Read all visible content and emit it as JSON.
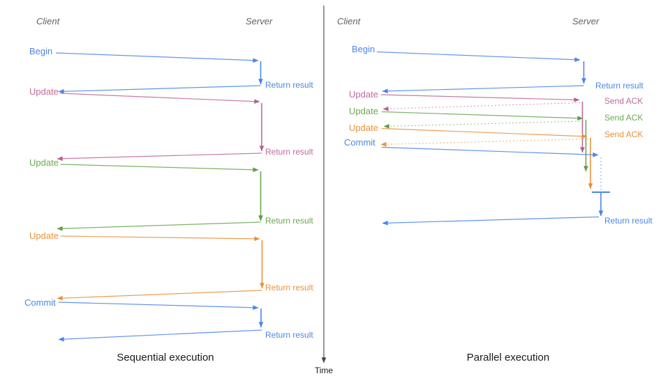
{
  "colors": {
    "blue": "#4a86e8",
    "rose": "#c0699b",
    "green": "#6aa84f",
    "orange": "#e8913c",
    "axis": "#454545",
    "header_gray": "#5f6368"
  },
  "time_axis": {
    "label": "Time"
  },
  "sequential": {
    "caption": "Sequential execution",
    "client_header": "Client",
    "server_header": "Server",
    "messages": [
      {
        "request": "Begin",
        "response": "Return result",
        "color": "blue",
        "response_style": "solid"
      },
      {
        "request": "Update",
        "response": "Return result",
        "color": "rose",
        "response_style": "solid"
      },
      {
        "request": "Update",
        "response": "Return result",
        "color": "green",
        "response_style": "solid"
      },
      {
        "request": "Update",
        "response": "Return result",
        "color": "orange",
        "response_style": "solid"
      },
      {
        "request": "Commit",
        "response": "Return result",
        "color": "blue",
        "response_style": "solid"
      }
    ]
  },
  "parallel": {
    "caption": "Parallel execution",
    "client_header": "Client",
    "server_header": "Server",
    "messages": [
      {
        "request": "Begin",
        "response": "Return result",
        "color": "blue",
        "response_style": "solid"
      },
      {
        "request": "Update",
        "response": "Send ACK",
        "color": "rose",
        "response_style": "dotted"
      },
      {
        "request": "Update",
        "response": "Send ACK",
        "color": "green",
        "response_style": "dotted"
      },
      {
        "request": "Update",
        "response": "Send ACK",
        "color": "orange",
        "response_style": "dotted"
      },
      {
        "request": "Commit",
        "response": "Return result",
        "color": "blue",
        "response_style": "solid"
      }
    ]
  }
}
